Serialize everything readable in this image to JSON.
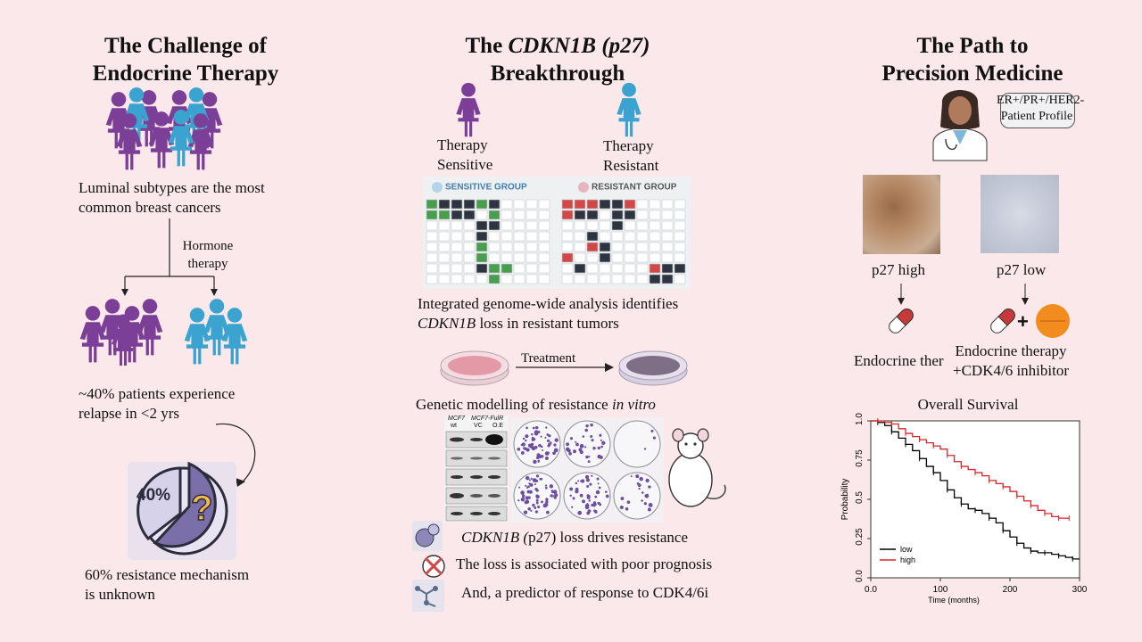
{
  "colors": {
    "background": "#fbe8ea",
    "purple": "#7b3f98",
    "blue": "#3aa3cf",
    "green": "#4a9d4f",
    "red": "#d14848",
    "dark": "#2e3440",
    "survival_low": "#000000",
    "survival_high": "#d62728"
  },
  "left": {
    "title_l1": "The Challenge of",
    "title_l2": "Endocrine Therapy",
    "caption1_l1": "Luminal subtypes are the most",
    "caption1_l2": "common breast cancers",
    "hormone_l1": "Hormone",
    "hormone_l2": "therapy",
    "caption2_l1": "~40% patients experience",
    "caption2_l2": "relapse in <2 yrs",
    "pie_label": "40%",
    "pie_q": "?",
    "caption3_l1": "60% resistance mechanism",
    "caption3_l2": "is unknown"
  },
  "middle": {
    "title_l1_a": "The ",
    "title_l1_gene": "CDKN1B (",
    "title_l1_b": "p27)",
    "title_l2": "Breakthrough",
    "sensitive_l1": "Therapy",
    "sensitive_l2": "Sensitive",
    "resistant_l1": "Therapy",
    "resistant_l2": "Resistant",
    "sensitive_group": "SENSITIVE GROUP",
    "resistant_group": "RESISTANT GROUP",
    "genome_l1": "Integrated genome-wide analysis identifies",
    "genome_gene": "CDKN1B",
    "genome_l2_rest": " loss in resistant tumors",
    "treatment": "Treatment",
    "genetic_a": "Genetic modelling of resistance ",
    "genetic_b": "in vitro",
    "blot_mcf7": "MCF7",
    "blot_wt": "wt",
    "blot_fulr": "MCF7-FulR",
    "blot_vc": "VC",
    "blot_oe": "O.E",
    "bullet1_gene": "CDKN1B (",
    "bullet1_rest": "p27) loss drives resistance",
    "bullet2": "The loss is associated with poor prognosis",
    "bullet3": "And, a predictor of response to CDK4/6i"
  },
  "right": {
    "title_l1": "The Path to",
    "title_l2": "Precision Medicine",
    "profile_l1": "ER+/PR+/HER2-",
    "profile_l2": "Patient Profile",
    "p27_high": "p27 high",
    "p27_low": "p27 low",
    "endo_left": "Endocrine ther",
    "endo_right_l1": "Endocrine therapy",
    "endo_right_l2": "+CDK4/6 inhibitor",
    "plus": "+"
  },
  "chart_data": {
    "type": "line",
    "title": "Overall Survival",
    "xlabel": "Time (months)",
    "ylabel": "Probability",
    "xlim": [
      0,
      300
    ],
    "ylim": [
      0,
      1
    ],
    "xticks": [
      0,
      100,
      200,
      300
    ],
    "yticks": [
      0,
      0.25,
      0.5,
      0.75,
      1.0
    ],
    "ytick_labels": [
      "0.0",
      "0.25",
      "0.5",
      "0.75",
      "1.0"
    ],
    "legend_placement": "bottom-left",
    "series": [
      {
        "name": "low",
        "x": [
          0,
          10,
          20,
          30,
          40,
          50,
          60,
          70,
          80,
          90,
          100,
          110,
          120,
          130,
          140,
          150,
          160,
          170,
          180,
          190,
          200,
          210,
          220,
          230,
          240,
          250,
          260,
          270,
          280,
          290,
          300
        ],
        "y": [
          1.0,
          0.99,
          0.97,
          0.93,
          0.89,
          0.85,
          0.81,
          0.76,
          0.71,
          0.67,
          0.62,
          0.56,
          0.51,
          0.47,
          0.44,
          0.43,
          0.41,
          0.38,
          0.35,
          0.3,
          0.26,
          0.22,
          0.19,
          0.17,
          0.16,
          0.16,
          0.15,
          0.14,
          0.13,
          0.12,
          0.12
        ]
      },
      {
        "name": "high",
        "x": [
          0,
          10,
          20,
          30,
          40,
          50,
          60,
          70,
          80,
          90,
          100,
          110,
          120,
          130,
          140,
          150,
          160,
          170,
          180,
          190,
          200,
          210,
          220,
          230,
          240,
          250,
          260,
          270,
          280,
          285
        ],
        "y": [
          1.0,
          1.0,
          0.99,
          0.98,
          0.95,
          0.92,
          0.9,
          0.88,
          0.86,
          0.84,
          0.82,
          0.78,
          0.74,
          0.71,
          0.69,
          0.67,
          0.65,
          0.62,
          0.6,
          0.58,
          0.55,
          0.52,
          0.49,
          0.46,
          0.43,
          0.41,
          0.39,
          0.38,
          0.38,
          0.38
        ]
      }
    ]
  }
}
